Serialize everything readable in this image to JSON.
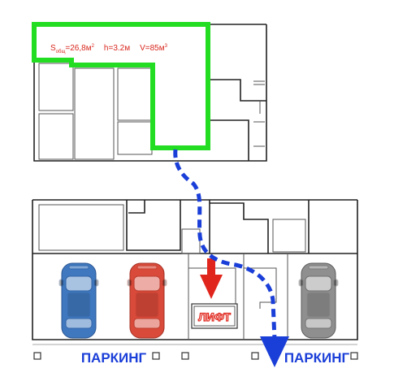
{
  "room": {
    "area_label": "S",
    "area_sub": "общ",
    "area_value": "=26,8м",
    "area_sup": "2",
    "height": "h=3.2м",
    "volume": "V=85м",
    "volume_sup": "3"
  },
  "lift": {
    "label": "ЛИФТ"
  },
  "parking": {
    "label_left": "ПАРКИНГ",
    "label_right": "ПАРКИНГ"
  },
  "colors": {
    "highlight": "#22dd22",
    "accent_red": "#e0261c",
    "route_blue": "#1a3ed8",
    "car_blue": "#3f78bf",
    "car_red": "#d94a3a",
    "car_gray": "#8f8f8f"
  },
  "icons": [
    "car-icon",
    "car-icon",
    "car-icon",
    "arrow-down-icon",
    "arrow-down-icon"
  ]
}
